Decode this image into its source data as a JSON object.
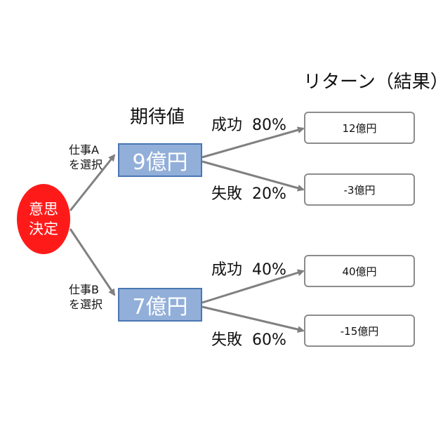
{
  "headers": {
    "expected_value": "期待値",
    "return": "リターン（結果）"
  },
  "decision": {
    "line1": "意思",
    "line2": "決定"
  },
  "choices": [
    {
      "line1": "仕事A",
      "line2": "を選択",
      "expected_value": "9億円",
      "outcomes": [
        {
          "label": "成功",
          "prob": "80%",
          "return": "12億円"
        },
        {
          "label": "失敗",
          "prob": "20%",
          "return": "-3億円"
        }
      ]
    },
    {
      "line1": "仕事B",
      "line2": "を選択",
      "expected_value": "7億円",
      "outcomes": [
        {
          "label": "成功",
          "prob": "40%",
          "return": "40億円"
        },
        {
          "label": "失敗",
          "prob": "60%",
          "return": "-15億円"
        }
      ]
    }
  ],
  "colors": {
    "decision": "#ff1a1a",
    "ev_fill": "#92afd9",
    "ev_border": "#4a77b4",
    "arrow": "#808080",
    "return_border": "#8c8c8c"
  }
}
